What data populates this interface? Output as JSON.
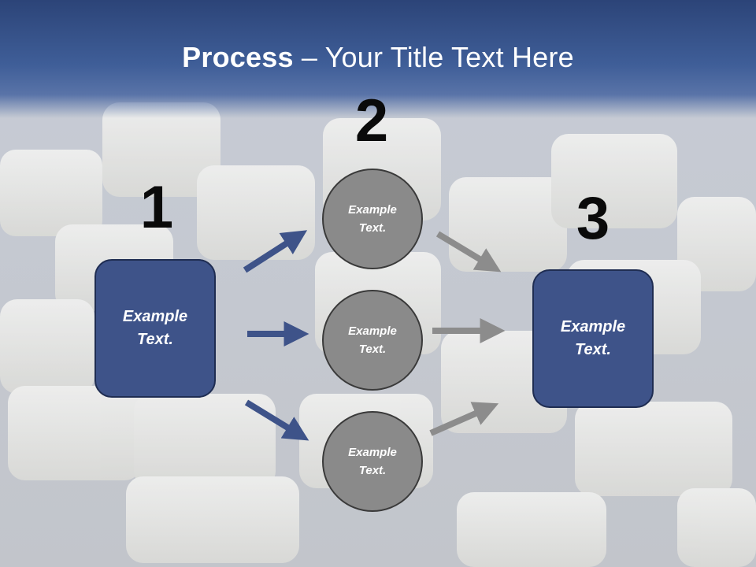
{
  "title": {
    "bold": "Process",
    "rest": " – Your Title Text Here"
  },
  "steps": {
    "one": "1",
    "two": "2",
    "three": "3"
  },
  "boxes": {
    "left": "Example\nText.",
    "right": "Example\nText."
  },
  "circles": [
    "Example\nText.",
    "Example\nText.",
    "Example\nText."
  ],
  "colors": {
    "title_bar": "#3f5e98",
    "box_fill": "#3e5389",
    "circle_fill": "#8a8a8a",
    "blue_arrow": "#3e5389",
    "gray_arrow": "#8c8c8c"
  }
}
